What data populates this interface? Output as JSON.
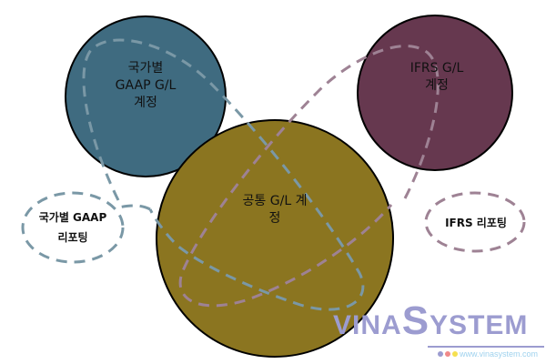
{
  "nodes": {
    "local_gaap_gl": {
      "label_lines": [
        "국가별",
        "GAAP G/L",
        "계정"
      ],
      "color": "#3f6b80"
    },
    "ifrs_gl": {
      "label_lines": [
        "IFRS  G/L",
        "계정"
      ],
      "color": "#66384f"
    },
    "common_gl": {
      "label_lines": [
        "공통 G/L 계",
        "정"
      ],
      "color": "#8b7520"
    },
    "local_gaap_reporting": {
      "label_lines": [
        "국가별 GAAP",
        "리포팅"
      ]
    },
    "ifrs_reporting": {
      "label_lines": [
        "IFRS 리포팅"
      ]
    }
  },
  "connector_colors": {
    "gaap": "#7a98a6",
    "ifrs": "#9e8294"
  },
  "watermark": {
    "brand_left": "VINA",
    "brand_s": "S",
    "brand_right": "YSTEM",
    "url": "www.vinasystem.com"
  }
}
